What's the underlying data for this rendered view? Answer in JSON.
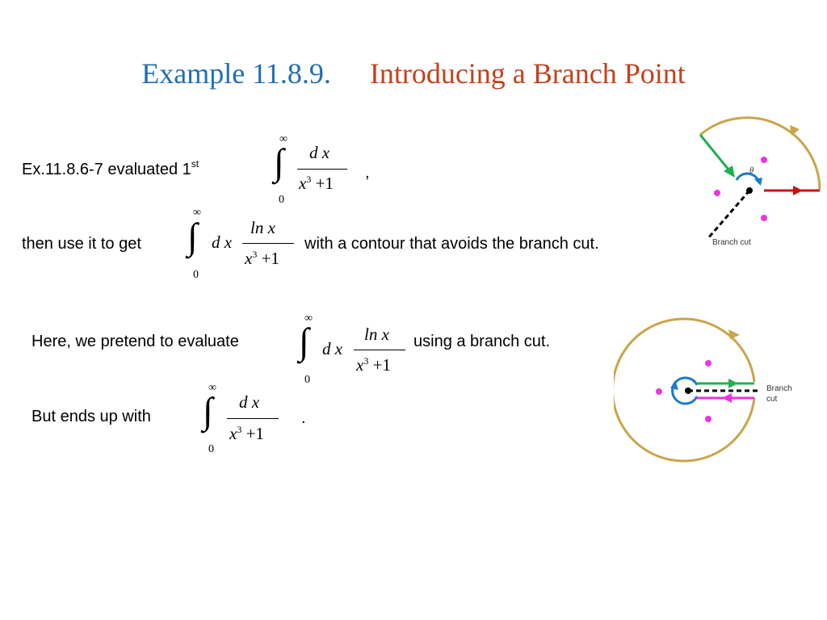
{
  "slide": {
    "title_example": "Example 11.8.9.",
    "title_topic": "Introducing a Branch Point"
  },
  "line1": {
    "text": "Ex.11.8.6-7  evaluated 1",
    "superscript": "st",
    "trailing": ","
  },
  "line2": {
    "before": "then use it to get",
    "after": "with a contour that avoids the branch cut."
  },
  "line3": {
    "before": "Here, we pretend to evaluate",
    "after": "using a branch cut."
  },
  "line4": {
    "before": "But ends up with",
    "trailing": "."
  },
  "math": {
    "upper_limit": "∞",
    "lower_limit": "0",
    "integral_sign": "∫",
    "numerator_dx": "d x",
    "numerator_lnx": "ln x",
    "dx": "d x",
    "denominator_base": "x",
    "denominator_exp": "3",
    "denominator_rest": " +1"
  },
  "figure1": {
    "branch_cut_label": "Branch cut",
    "angle_label": "θ"
  },
  "figure2": {
    "branch_cut_label_line1": "Branch",
    "branch_cut_label_line2": "cut"
  },
  "colors": {
    "title_example": "#1f6fb5",
    "title_topic": "#c4401a",
    "arc": "#c9a54a",
    "green": "#20b050",
    "red": "#cc1111",
    "magenta": "#ee33dd",
    "blue": "#1a7acc"
  }
}
